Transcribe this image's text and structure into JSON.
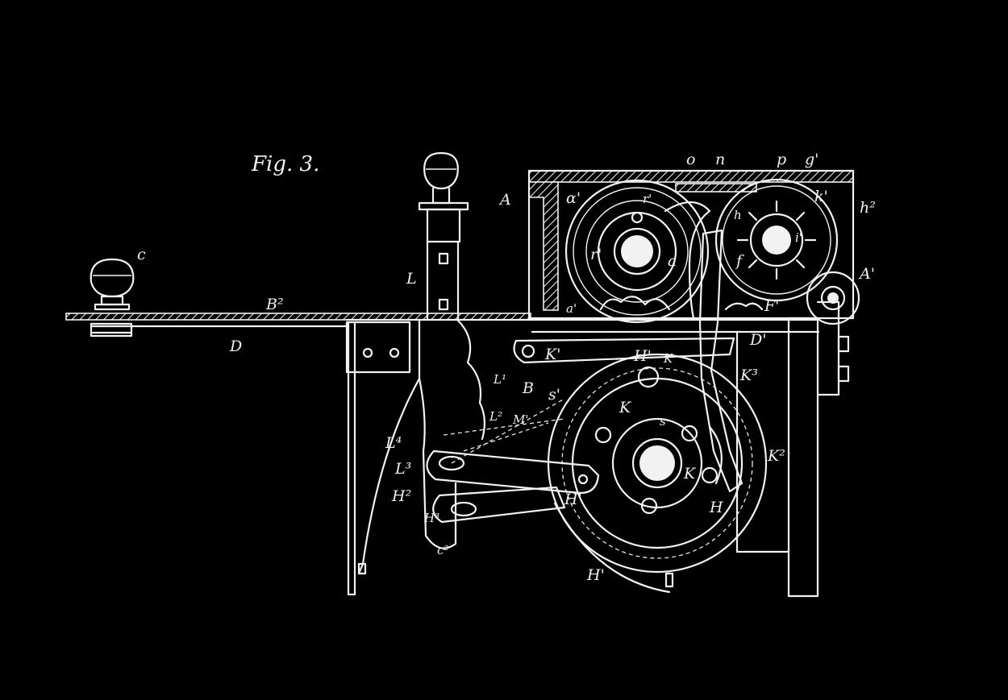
{
  "figure": {
    "title": "Fig. 3."
  },
  "labels": {
    "c": "c",
    "B2": "B²",
    "D": "D",
    "L": "L",
    "A": "A",
    "o": "o",
    "n": "n",
    "p": "p",
    "g1": "g'",
    "a1_top": "α'",
    "r1_top": "r'",
    "r1_left": "r'",
    "a": "a",
    "k1": "k'",
    "h2": "h²",
    "h_small": "h",
    "i1": "i'",
    "f": "f",
    "A1": "A'",
    "a1_bottom": "a'",
    "F1": "F'",
    "K1_left": "K'",
    "H1_mid": "H'",
    "K_top": "K",
    "D1": "D'",
    "K3": "K³",
    "L1": "L¹",
    "B": "B",
    "s1": "s'",
    "L2": "L²",
    "M1": "M'",
    "K_mid": "K",
    "s": "s",
    "L4": "L⁴",
    "L3": "L³",
    "H2": "H²",
    "H1_right": "H'",
    "K2": "K²",
    "K_lower": "K",
    "H": "H",
    "H3": "H³",
    "c2": "c²",
    "H1_bottom": "H'"
  }
}
